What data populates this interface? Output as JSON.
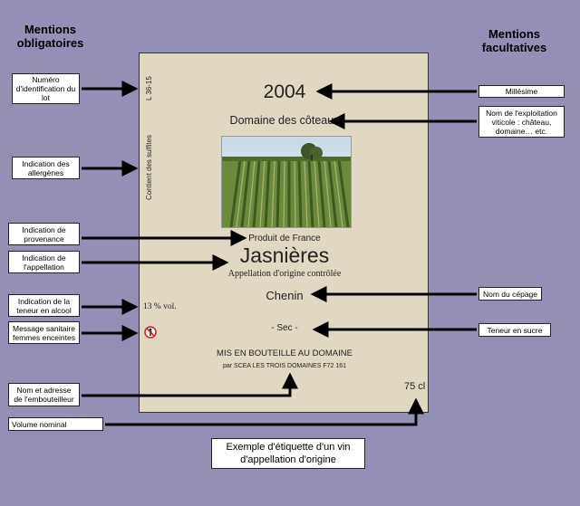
{
  "headings": {
    "mandatory": "Mentions obligatoires",
    "optional": "Mentions facultatives"
  },
  "left_boxes": [
    {
      "id": "lot",
      "text": "Numéro d'identification du lot"
    },
    {
      "id": "allergens",
      "text": "Indication des allergènes"
    },
    {
      "id": "origin",
      "text": "Indication de provenance"
    },
    {
      "id": "appellation",
      "text": "Indication de l'appellation"
    },
    {
      "id": "alcohol",
      "text": "Indication de la teneur en alcool"
    },
    {
      "id": "pregnant",
      "text": "Message sanitaire femmes enceintes"
    },
    {
      "id": "bottler",
      "text": "Nom et adresse de l'embouteilleur"
    },
    {
      "id": "volume",
      "text": "Volume nominal"
    }
  ],
  "right_boxes": [
    {
      "id": "vintage",
      "text": "Millésime"
    },
    {
      "id": "estate",
      "text": "Nom de l'exploitation viticole : château, domaine… etc."
    },
    {
      "id": "grape",
      "text": "Nom du cépage"
    },
    {
      "id": "sugar",
      "text": "Teneur en sucre"
    }
  ],
  "wine_label": {
    "lot": "L 36-15",
    "sulfites": "Contient des sulfites",
    "year": "2004",
    "estate": "Domaine des côteaux",
    "origin": "Produit de France",
    "name": "Jasnières",
    "appellation": "Appellation d'origine contrôlée",
    "grape": "Chenin",
    "alcohol": "13 % vol.",
    "sugar": "- Sec -",
    "bottling": "MIS EN BOUTEILLE AU DOMAINE",
    "bottler_address": "par SCEA LES TROIS DOMAINES  F72 161",
    "volume": "75 cl"
  },
  "caption": "Exemple d'étiquette d'un vin d'appellation d'origine"
}
